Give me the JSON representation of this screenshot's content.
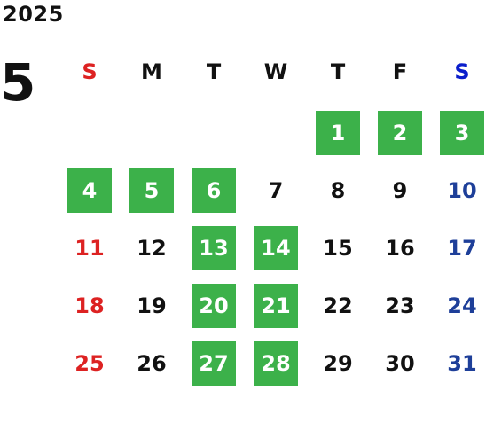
{
  "year": "2025",
  "month": "5",
  "weekdays": [
    "S",
    "M",
    "T",
    "W",
    "T",
    "F",
    "S"
  ],
  "weekday_colors": [
    "#dd2222",
    "#111111",
    "#111111",
    "#111111",
    "#111111",
    "#111111",
    "#0a1ecc"
  ],
  "highlight_color": "#3cb14a",
  "sunday_color": "#dd2222",
  "saturday_color": "#1e3f99",
  "weeks": [
    [
      {
        "d": ""
      },
      {
        "d": ""
      },
      {
        "d": ""
      },
      {
        "d": ""
      },
      {
        "d": "1",
        "hl": true
      },
      {
        "d": "2",
        "hl": true
      },
      {
        "d": "3",
        "hl": true
      }
    ],
    [
      {
        "d": "4",
        "hl": true
      },
      {
        "d": "5",
        "hl": true
      },
      {
        "d": "6",
        "hl": true
      },
      {
        "d": "7"
      },
      {
        "d": "8"
      },
      {
        "d": "9"
      },
      {
        "d": "10"
      }
    ],
    [
      {
        "d": "11"
      },
      {
        "d": "12"
      },
      {
        "d": "13",
        "hl": true
      },
      {
        "d": "14",
        "hl": true
      },
      {
        "d": "15"
      },
      {
        "d": "16"
      },
      {
        "d": "17"
      }
    ],
    [
      {
        "d": "18"
      },
      {
        "d": "19"
      },
      {
        "d": "20",
        "hl": true
      },
      {
        "d": "21",
        "hl": true
      },
      {
        "d": "22"
      },
      {
        "d": "23"
      },
      {
        "d": "24"
      }
    ],
    [
      {
        "d": "25"
      },
      {
        "d": "26"
      },
      {
        "d": "27",
        "hl": true
      },
      {
        "d": "28",
        "hl": true
      },
      {
        "d": "29"
      },
      {
        "d": "30"
      },
      {
        "d": "31"
      }
    ]
  ]
}
